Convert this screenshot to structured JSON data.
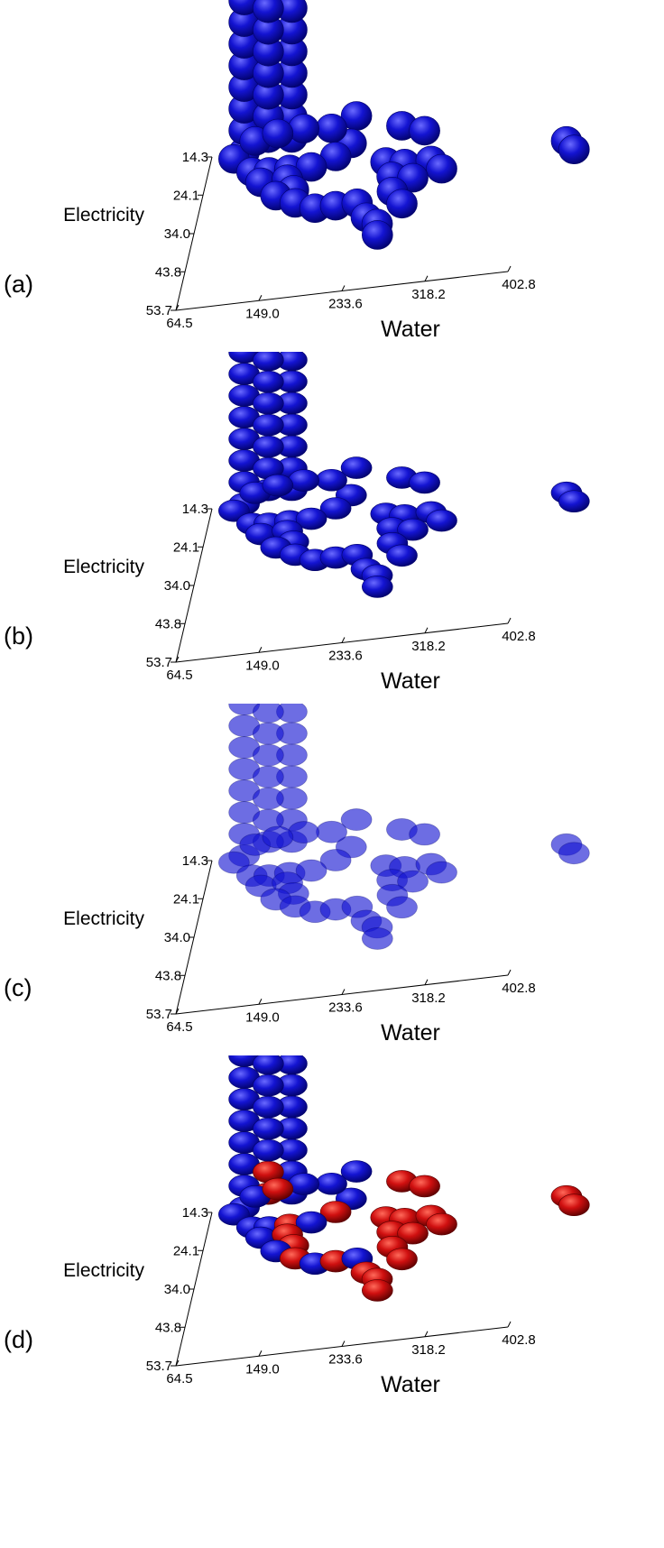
{
  "colors": {
    "blue": "#1414d2",
    "blue_dark": "#02026a",
    "blue_light": "#6a6aff",
    "red": "#d01010",
    "red_dark": "#5a0000",
    "red_light": "#ff6a5a",
    "axis": "#000000"
  },
  "chart_data": [
    {
      "panel_label": "(a)",
      "type": "scatter",
      "render": "shaded-spheres",
      "xlabel": "Water",
      "zlabel": "Electricity",
      "water_ticks": [
        "64.5",
        "149.0",
        "233.6",
        "318.2",
        "402.8"
      ],
      "electricity_ticks": [
        "14.3",
        "24.1",
        "34.0",
        "43.8",
        "53.7"
      ]
    },
    {
      "panel_label": "(b)",
      "type": "scatter",
      "render": "flattened-ellipsoids",
      "xlabel": "Water",
      "zlabel": "Electricity",
      "water_ticks": [
        "64.5",
        "149.0",
        "233.6",
        "318.2",
        "402.8"
      ],
      "electricity_ticks": [
        "14.3",
        "24.1",
        "34.0",
        "43.8",
        "53.7"
      ]
    },
    {
      "panel_label": "(c)",
      "type": "scatter",
      "render": "translucent-ellipsoids",
      "xlabel": "Water",
      "zlabel": "Electricity",
      "water_ticks": [
        "64.5",
        "149.0",
        "233.6",
        "318.2",
        "402.8"
      ],
      "electricity_ticks": [
        "14.3",
        "24.1",
        "34.0",
        "43.8",
        "53.7"
      ]
    },
    {
      "panel_label": "(d)",
      "type": "scatter",
      "render": "flattened-ellipsoids-highlighted",
      "xlabel": "Water",
      "zlabel": "Electricity",
      "water_ticks": [
        "64.5",
        "149.0",
        "233.6",
        "318.2",
        "402.8"
      ],
      "electricity_ticks": [
        "14.3",
        "24.1",
        "34.0",
        "43.8",
        "53.7"
      ]
    }
  ],
  "points": [
    {
      "water": 97,
      "electricity": 14.0,
      "h": 20.0,
      "highlight": false
    },
    {
      "water": 97,
      "electricity": 14.0,
      "h": 17.5,
      "highlight": false
    },
    {
      "water": 97,
      "electricity": 14.0,
      "h": 15.0,
      "highlight": false
    },
    {
      "water": 97,
      "electricity": 14.0,
      "h": 12.5,
      "highlight": false
    },
    {
      "water": 97,
      "electricity": 14.0,
      "h": 10.0,
      "highlight": false
    },
    {
      "water": 97,
      "electricity": 14.0,
      "h": 7.5,
      "highlight": false
    },
    {
      "water": 97,
      "electricity": 14.0,
      "h": 5.0,
      "highlight": false
    },
    {
      "water": 97,
      "electricity": 14.0,
      "h": 2.5,
      "highlight": false
    },
    {
      "water": 97,
      "electricity": 14.0,
      "h": 0.0,
      "highlight": false
    },
    {
      "water": 122,
      "electricity": 14.5,
      "h": 16.5,
      "highlight": false
    },
    {
      "water": 122,
      "electricity": 14.5,
      "h": 14.0,
      "highlight": false
    },
    {
      "water": 122,
      "electricity": 14.5,
      "h": 11.5,
      "highlight": false
    },
    {
      "water": 122,
      "electricity": 14.5,
      "h": 9.0,
      "highlight": false
    },
    {
      "water": 122,
      "electricity": 14.5,
      "h": 6.5,
      "highlight": false
    },
    {
      "water": 122,
      "electricity": 14.5,
      "h": 4.0,
      "highlight": true
    },
    {
      "water": 122,
      "electricity": 14.5,
      "h": 1.5,
      "highlight": true
    },
    {
      "water": 146,
      "electricity": 14.5,
      "h": 16.2,
      "highlight": false
    },
    {
      "water": 146,
      "electricity": 14.5,
      "h": 13.7,
      "highlight": false
    },
    {
      "water": 146,
      "electricity": 14.5,
      "h": 11.2,
      "highlight": false
    },
    {
      "water": 146,
      "electricity": 14.5,
      "h": 8.7,
      "highlight": false
    },
    {
      "water": 146,
      "electricity": 14.5,
      "h": 6.2,
      "highlight": false
    },
    {
      "water": 146,
      "electricity": 14.5,
      "h": 3.7,
      "highlight": false
    },
    {
      "water": 146,
      "electricity": 14.5,
      "h": 1.2,
      "highlight": false
    },
    {
      "water": 88,
      "electricity": 15.5,
      "h": 0.0,
      "highlight": false
    },
    {
      "water": 110,
      "electricity": 16.0,
      "h": 2.0,
      "highlight": false
    },
    {
      "water": 134,
      "electricity": 17.0,
      "h": 3.0,
      "highlight": true
    },
    {
      "water": 160,
      "electricity": 16.5,
      "h": 3.0,
      "highlight": false
    },
    {
      "water": 187,
      "electricity": 15.0,
      "h": 2.0,
      "highlight": false
    },
    {
      "water": 210,
      "electricity": 12.5,
      "h": 2.0,
      "highlight": false
    },
    {
      "water": 207,
      "electricity": 15.0,
      "h": 0.0,
      "highlight": false
    },
    {
      "water": 110,
      "electricity": 19.5,
      "h": 0.0,
      "highlight": false
    },
    {
      "water": 128,
      "electricity": 20.0,
      "h": 0.0,
      "highlight": false
    },
    {
      "water": 149,
      "electricity": 20.0,
      "h": 0.0,
      "highlight": true
    },
    {
      "water": 171,
      "electricity": 20.0,
      "h": 0.0,
      "highlight": false
    },
    {
      "water": 194,
      "electricity": 18.0,
      "h": 0.0,
      "highlight": true
    },
    {
      "water": 122,
      "electricity": 22.5,
      "h": 0.0,
      "highlight": false
    },
    {
      "water": 149,
      "electricity": 22.5,
      "h": 0.0,
      "highlight": true
    },
    {
      "water": 158,
      "electricity": 25.5,
      "h": 0.0,
      "highlight": true
    },
    {
      "water": 141,
      "electricity": 26.5,
      "h": 0.0,
      "highlight": false
    },
    {
      "water": 163,
      "electricity": 29.0,
      "h": 0.0,
      "highlight": true
    },
    {
      "water": 185,
      "electricity": 31.0,
      "h": 0.0,
      "highlight": false
    },
    {
      "water": 206,
      "electricity": 31.0,
      "h": 0.0,
      "highlight": true
    },
    {
      "water": 260,
      "electricity": 16.5,
      "h": 2.0,
      "highlight": true
    },
    {
      "water": 285,
      "electricity": 18.5,
      "h": 2.0,
      "highlight": true
    },
    {
      "water": 248,
      "electricity": 21.0,
      "h": 0.0,
      "highlight": true
    },
    {
      "water": 268,
      "electricity": 22.0,
      "h": 0.0,
      "highlight": true
    },
    {
      "water": 295,
      "electricity": 22.0,
      "h": 0.0,
      "highlight": true
    },
    {
      "water": 308,
      "electricity": 24.5,
      "h": 0.0,
      "highlight": true
    },
    {
      "water": 258,
      "electricity": 25.0,
      "h": 0.0,
      "highlight": true
    },
    {
      "water": 280,
      "electricity": 26.0,
      "h": 0.0,
      "highlight": true
    },
    {
      "water": 262,
      "electricity": 29.0,
      "h": 0.0,
      "highlight": true
    },
    {
      "water": 275,
      "electricity": 32.5,
      "h": 0.0,
      "highlight": true
    },
    {
      "water": 228,
      "electricity": 31.0,
      "h": 0.0,
      "highlight": false
    },
    {
      "water": 241,
      "electricity": 35.0,
      "h": 0.0,
      "highlight": true
    },
    {
      "water": 254,
      "electricity": 37.0,
      "h": 0.0,
      "highlight": true
    },
    {
      "water": 257,
      "electricity": 40.0,
      "h": 0.0,
      "highlight": true
    },
    {
      "water": 432,
      "electricity": 21.0,
      "h": 0.0,
      "highlight": true
    },
    {
      "water": 442,
      "electricity": 23.5,
      "h": 0.0,
      "highlight": true
    }
  ]
}
